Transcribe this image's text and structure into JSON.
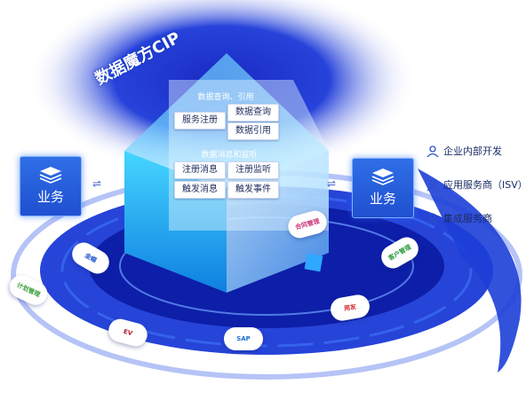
{
  "title": "数据魔方CIP",
  "cube": {
    "group1_label": "数据查询、引用",
    "group1_chips": [
      "服务注册",
      "数据查询",
      "数据引用"
    ],
    "group2_label": "数据消息和监听",
    "group2_chips": [
      "注册消息",
      "注册监听",
      "触发消息",
      "触发事件"
    ]
  },
  "left_box": {
    "label": "业务"
  },
  "right_box": {
    "label": "业务"
  },
  "arrows": {
    "left": "⇌",
    "right": "⇌"
  },
  "providers": [
    {
      "icon": "person-icon",
      "label": "企业内部开发"
    },
    {
      "icon": "person-icon",
      "label": "应用服务商（ISV）"
    },
    {
      "icon": "person-icon",
      "label": "集成服务商"
    }
  ],
  "badges": [
    {
      "label": "合同管理",
      "color": "#c8357a"
    },
    {
      "label": "客户管理",
      "color": "#2a9a3a"
    },
    {
      "label": "用友",
      "color": "#d0242a"
    },
    {
      "label": "SAP",
      "color": "#1f6fd0"
    },
    {
      "label": "计划管理",
      "color": "#3aa03a"
    },
    {
      "label": "EV",
      "color": "#b02030"
    },
    {
      "label": "金蝶",
      "color": "#2a5ad0"
    }
  ],
  "colors": {
    "accent": "#1f4fd0",
    "cube": "#27b6f0",
    "ring": "#1d3fd8"
  }
}
